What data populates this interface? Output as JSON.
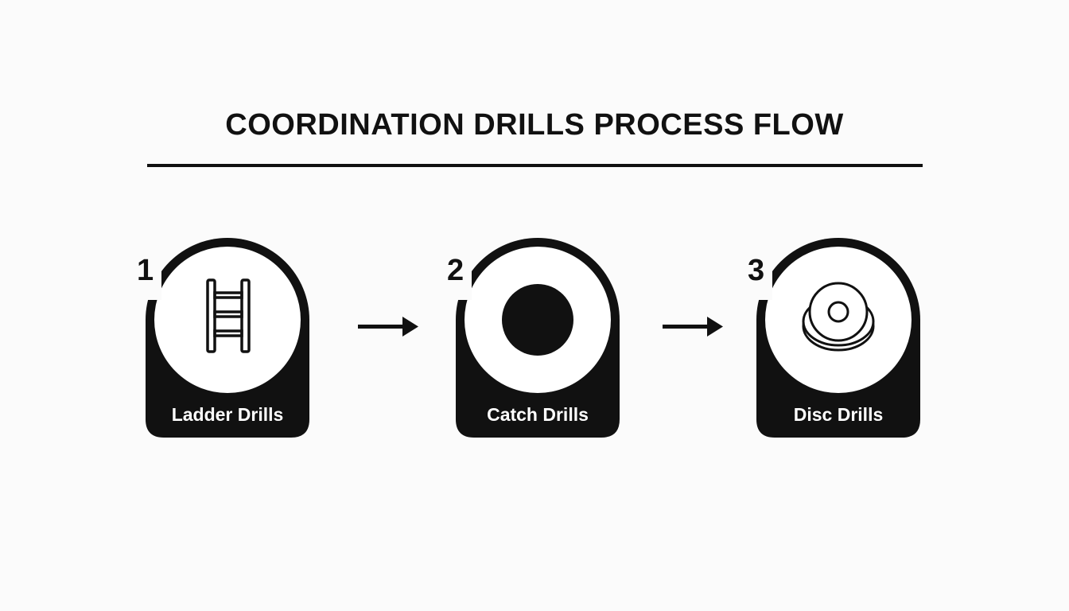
{
  "title": "COORDINATION DRILLS PROCESS FLOW",
  "steps": [
    {
      "number": "1",
      "label": "Ladder Drills",
      "icon": "ladder-icon"
    },
    {
      "number": "2",
      "label": "Catch Drills",
      "icon": "ball-icon"
    },
    {
      "number": "3",
      "label": "Disc Drills",
      "icon": "disc-icon"
    }
  ],
  "connectors": [
    "arrow-right-icon",
    "arrow-right-icon"
  ],
  "colors": {
    "ink": "#111111",
    "background": "#fbfbfb",
    "fill": "#ffffff"
  }
}
